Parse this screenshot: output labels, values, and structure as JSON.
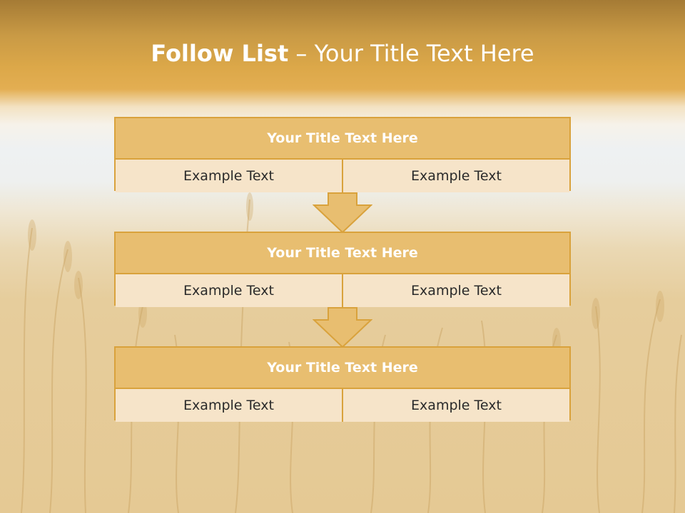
{
  "slide": {
    "title_bold": "Follow List",
    "title_rest": " – Your Title Text Here"
  },
  "colors": {
    "box_border": "#d9a23c",
    "box_title_fill": "#e8be70",
    "box_cell_fill": "#f6e4c9",
    "arrow_fill": "#e8be70"
  },
  "boxes": [
    {
      "title": "Your Title Text Here",
      "left": "Example Text",
      "right": "Example Text"
    },
    {
      "title": "Your Title Text Here",
      "left": "Example Text",
      "right": "Example Text"
    },
    {
      "title": "Your Title Text Here",
      "left": "Example Text",
      "right": "Example Text"
    }
  ],
  "connectors": [
    "arrow-down-icon",
    "arrow-down-icon"
  ]
}
